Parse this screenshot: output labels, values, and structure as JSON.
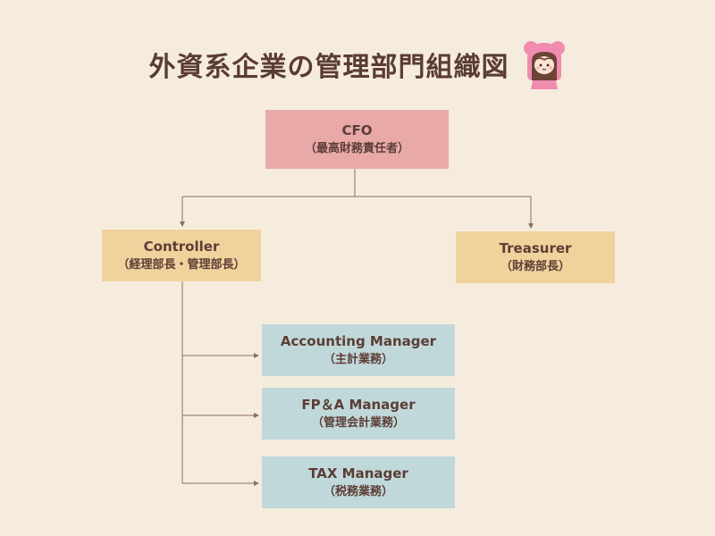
{
  "title": "外資系企業の管理部門組織図",
  "nodes": {
    "cfo": {
      "name": "CFO",
      "sub": "（最高財務責任者）"
    },
    "controller": {
      "name": "Controller",
      "sub": "（経理部長・管理部長）"
    },
    "treasurer": {
      "name": "Treasurer",
      "sub": "（財務部長）"
    },
    "accounting_manager": {
      "name": "Accounting Manager",
      "sub": "（主計業務）"
    },
    "fpa_manager": {
      "name": "FP＆A Manager",
      "sub": "（管理会計業務）"
    },
    "tax_manager": {
      "name": "TAX Manager",
      "sub": "（税務業務）"
    }
  },
  "colors": {
    "background": "#f6ecdd",
    "cfo_box": "#e8a9a8",
    "head_box": "#f0d29d",
    "manager_box": "#c1d8da",
    "line": "#8a6e64",
    "text": "#5b3e36"
  },
  "icons": {
    "mascot": "pink-bear-hood-girl-icon"
  }
}
